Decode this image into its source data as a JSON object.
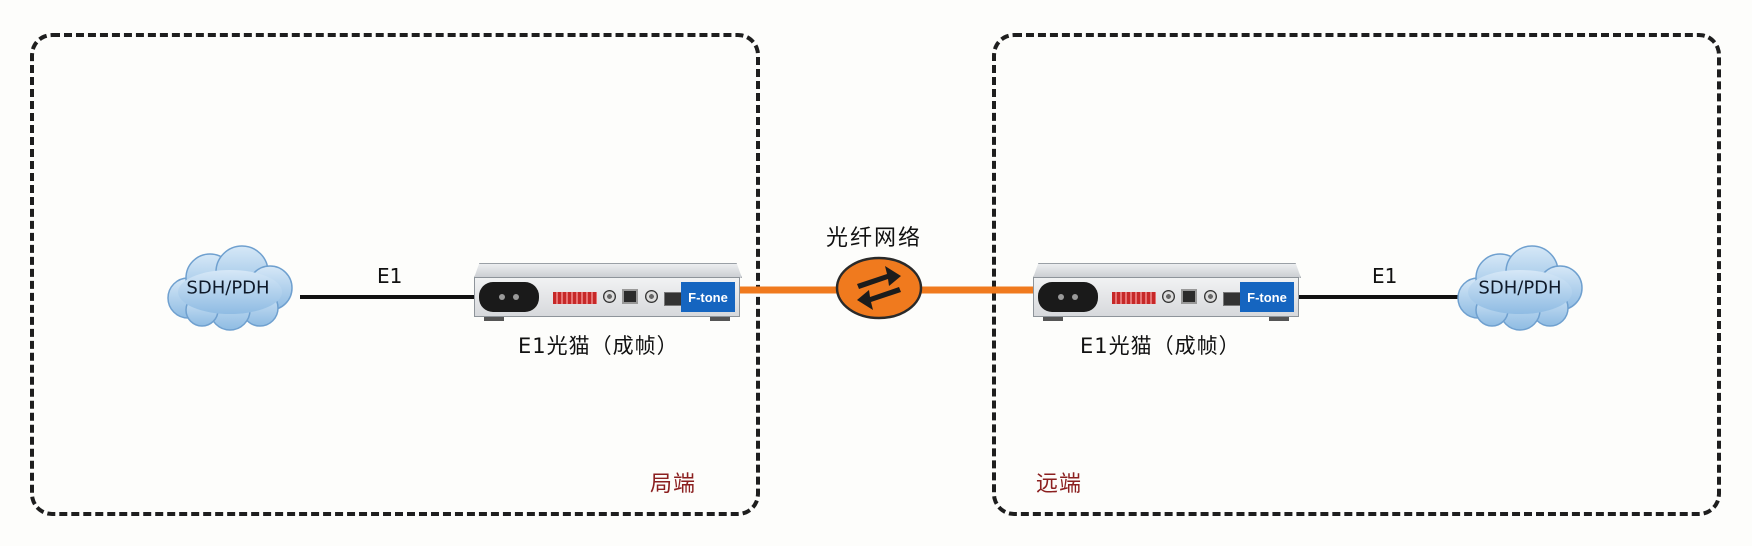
{
  "zones": {
    "local": "局端",
    "remote": "远端"
  },
  "network": {
    "label": "光纤网络"
  },
  "left": {
    "cloud": "SDH/PDH",
    "link": "E1",
    "device_caption": "E1光猫（成帧）",
    "brand": "F-tone"
  },
  "right": {
    "cloud": "SDH/PDH",
    "link": "E1",
    "device_caption": "E1光猫（成帧）",
    "brand": "F-tone"
  },
  "colors": {
    "fiber": "#f07a1e",
    "router": "#f07a1e",
    "cloud": "#b9d6ef",
    "zone_label": "#8b1f1f",
    "brand": "#1565c0"
  }
}
